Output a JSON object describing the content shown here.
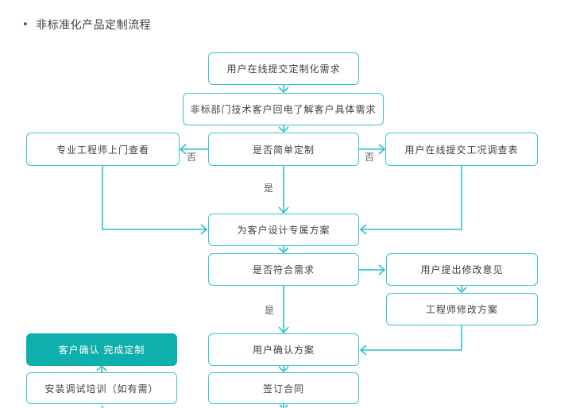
{
  "title": {
    "bullet": "•",
    "text": "非标准化产品定制流程"
  },
  "colors": {
    "connector_line": "#2cbecb",
    "box_border": "#38c5cd",
    "accent_fill": "#0fafad",
    "box_text": "#3f3f40",
    "accent_text": "#ffffff",
    "edge_label_text": "#5a5a5a"
  },
  "nodes": {
    "submit_request": {
      "label": "用户在线提交定制化需求"
    },
    "callback": {
      "label": "非标部门技术客户回电了解客户具体需求"
    },
    "engineer_visit": {
      "label": "专业工程师上门查看"
    },
    "simple_decision": {
      "label": "是否简单定制"
    },
    "survey_form": {
      "label": "用户在线提交工况调查表"
    },
    "design_plan": {
      "label": "为客户设计专属方案"
    },
    "fit_decision": {
      "label": "是否符合需求"
    },
    "feedback": {
      "label": "用户提出修改意见"
    },
    "revise_plan": {
      "label": "工程师修改方案"
    },
    "confirm_done": {
      "label": "客户确认 完成定制"
    },
    "confirm_plan": {
      "label": "用户确认方案"
    },
    "install_training": {
      "label": "安装调试培训（如有需）"
    },
    "sign_contract": {
      "label": "签订合同"
    }
  },
  "edge_labels": {
    "no_left": "否",
    "no_right": "否",
    "yes_mid": "是",
    "yes_lower": "是"
  }
}
